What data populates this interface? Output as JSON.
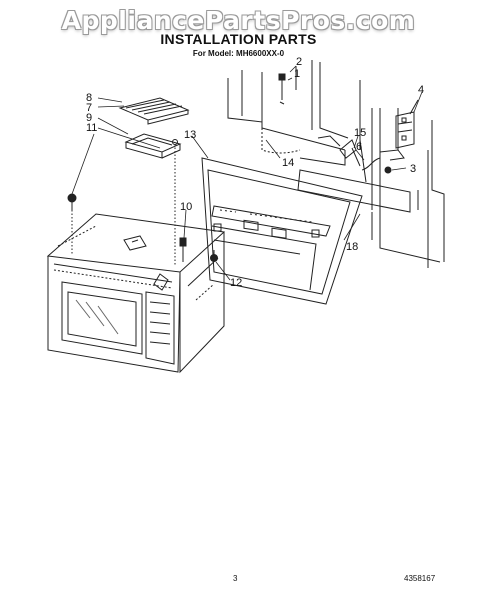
{
  "watermark": "AppliancePartsPros.com",
  "title": "INSTALLATION PARTS",
  "subtitle": "For Model: MH6600XX-0",
  "callouts": {
    "c1": "1",
    "c2": "2",
    "c3": "3",
    "c4": "4",
    "c6": "6",
    "c7": "7",
    "c8": "8",
    "c9": "9",
    "c10": "10",
    "c11": "11",
    "c12": "12",
    "c13": "13",
    "c14": "14",
    "c15": "15",
    "c18": "18"
  },
  "page_number": "3",
  "document_number": "4358167"
}
